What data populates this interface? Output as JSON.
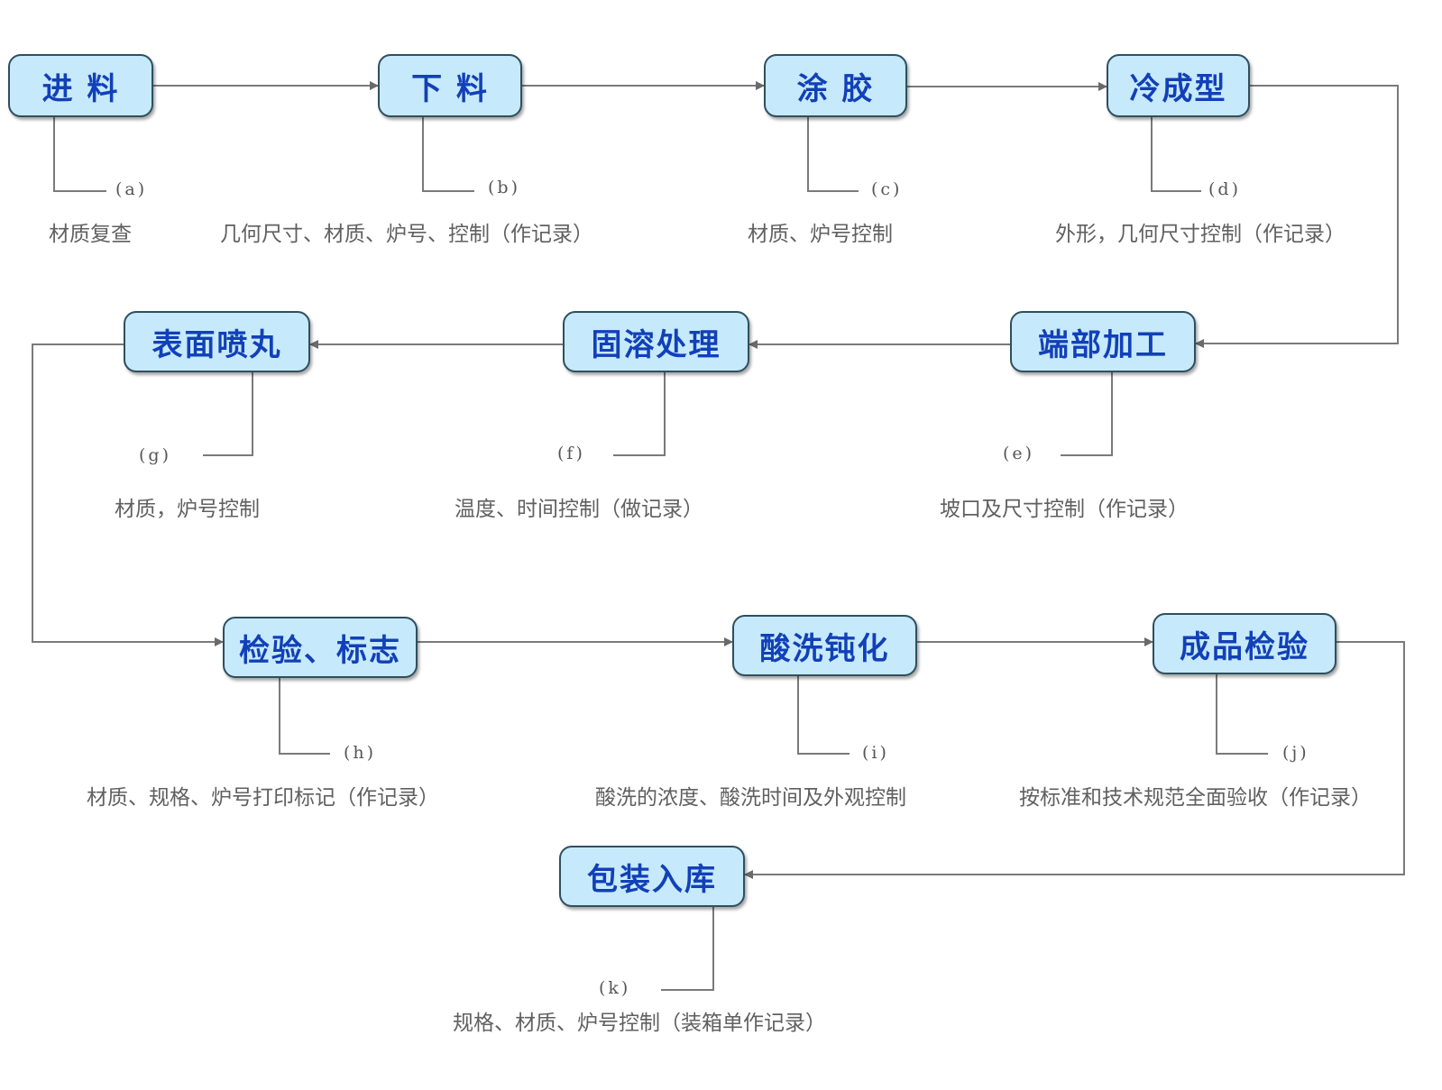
{
  "steps": [
    {
      "label": "进 料",
      "marker": "(a)",
      "note": "材质复查"
    },
    {
      "label": "下 料",
      "marker": "(b)",
      "note": "几何尺寸、材质、炉号、控制（作记录）"
    },
    {
      "label": "涂 胶",
      "marker": "(c)",
      "note": "材质、炉号控制"
    },
    {
      "label": "冷成型",
      "marker": "(d)",
      "note": "外形，几何尺寸控制（作记录）"
    },
    {
      "label": "端部加工",
      "marker": "(e)",
      "note": "坡口及尺寸控制（作记录）"
    },
    {
      "label": "固溶处理",
      "marker": "(f)",
      "note": "温度、时间控制（做记录）"
    },
    {
      "label": "表面喷丸",
      "marker": "(g)",
      "note": "材质，炉号控制"
    },
    {
      "label": "检验、标志",
      "marker": "(h)",
      "note": "材质、规格、炉号打印标记（作记录）"
    },
    {
      "label": "酸洗钝化",
      "marker": "(i)",
      "note": "酸洗的浓度、酸洗时间及外观控制"
    },
    {
      "label": "成品检验",
      "marker": "(j)",
      "note": "按标准和技术规范全面验收（作记录）"
    },
    {
      "label": "包装入库",
      "marker": "(k)",
      "note": "规格、材质、炉号控制（装箱单作记录）"
    }
  ],
  "colors": {
    "box_fill": "#c6eafb",
    "box_text": "#1240b8",
    "line": "#7a7a7a"
  }
}
